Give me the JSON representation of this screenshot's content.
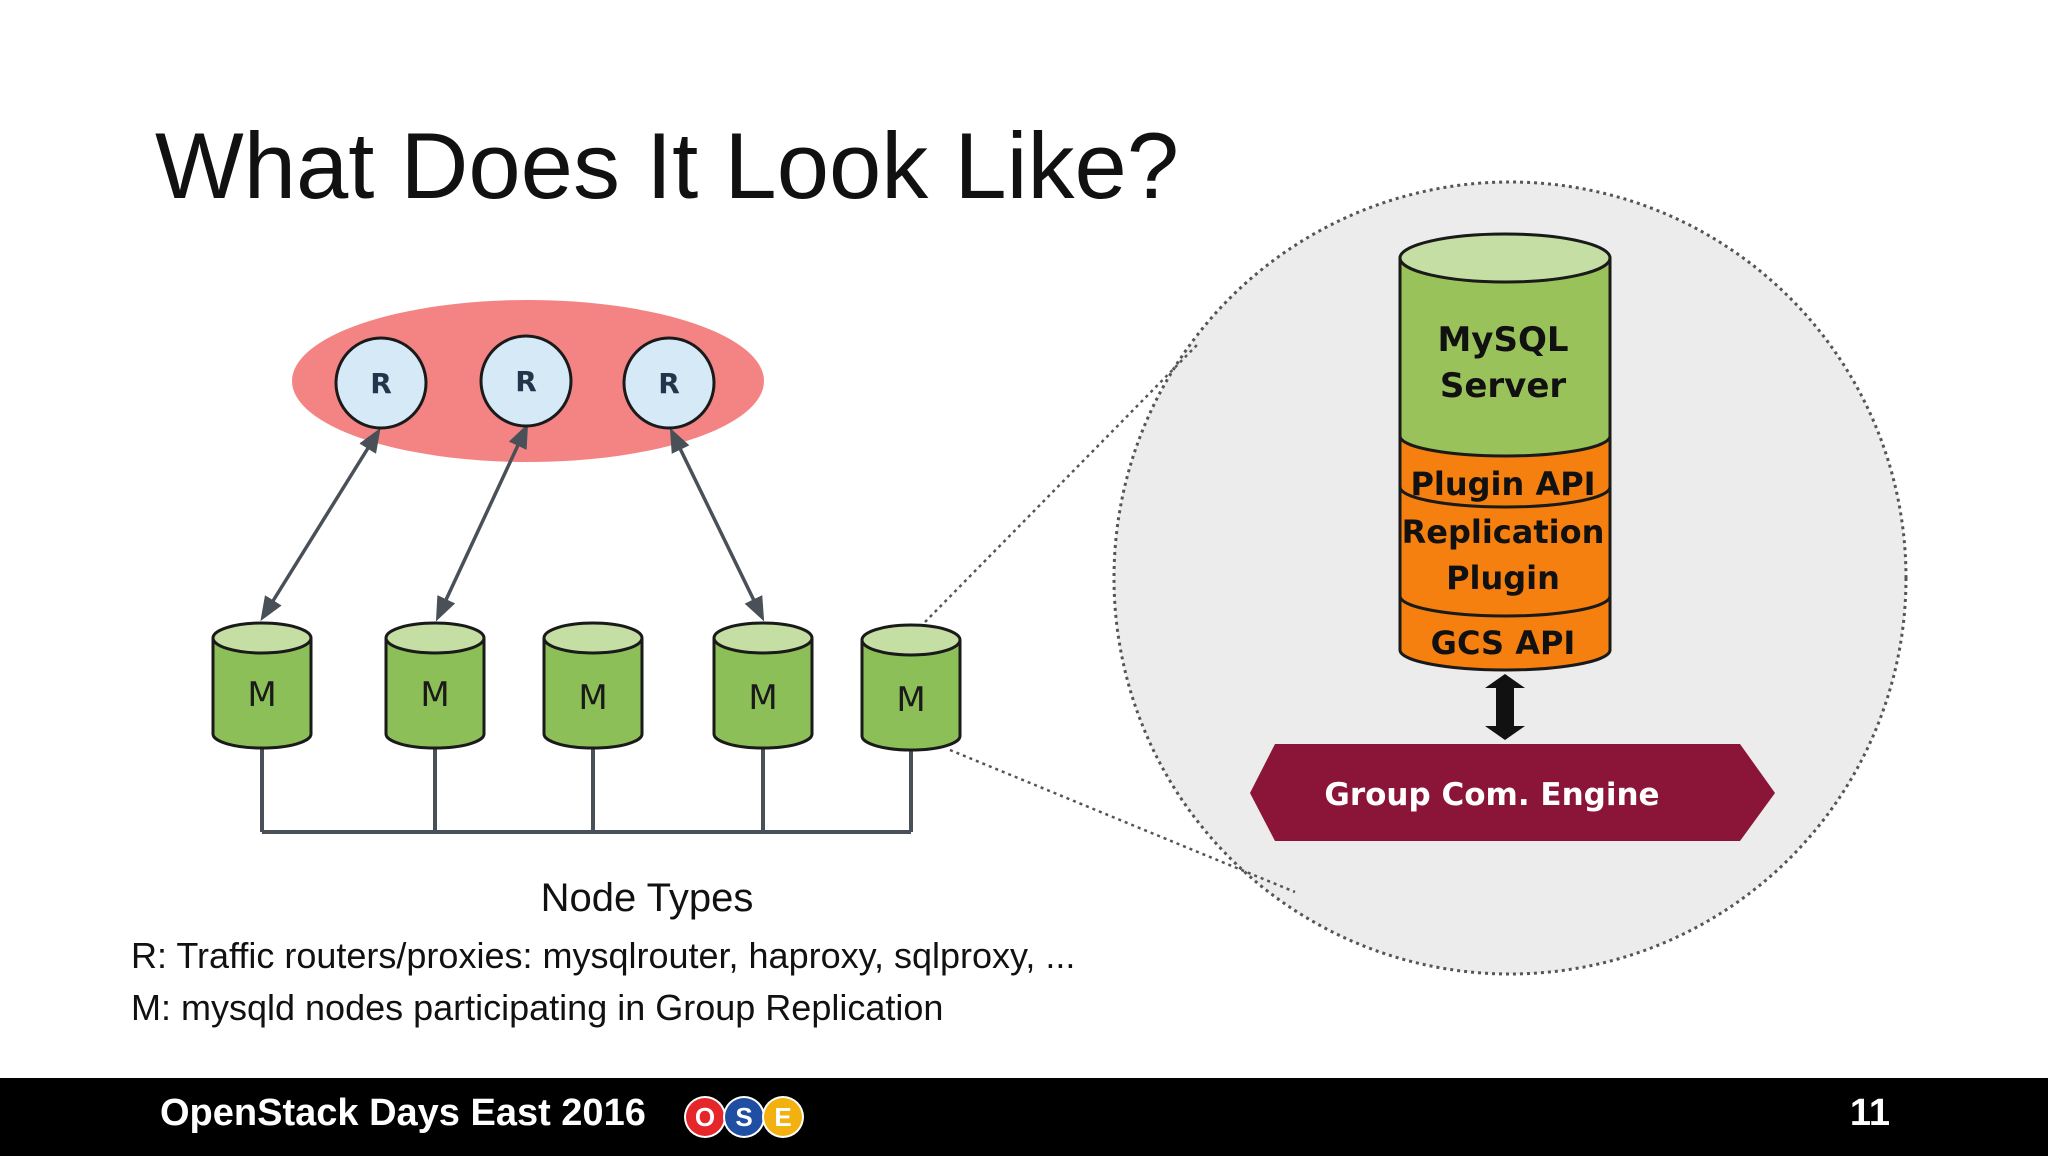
{
  "slide": {
    "title": "What Does It Look Like?",
    "page_number": "11"
  },
  "diagram": {
    "router_labels": [
      "R",
      "R",
      "R"
    ],
    "member_labels": [
      "M",
      "M",
      "M",
      "M",
      "M"
    ],
    "stack": {
      "server": [
        "MySQL",
        "Server"
      ],
      "plugin_api": "Plugin API",
      "replication_plugin": [
        "Replication",
        "Plugin"
      ],
      "gcs_api": "GCS API"
    },
    "engine_label": "Group Com. Engine"
  },
  "legend": {
    "title": "Node Types",
    "r_line": "R: Traffic routers/proxies: mysqlrouter, haproxy, sqlproxy, ...",
    "m_line": "M: mysqld nodes participating in Group Replication"
  },
  "footer": {
    "event": "OpenStack Days East 2016",
    "badges": [
      {
        "letter": "O",
        "color": "#e5262a"
      },
      {
        "letter": "S",
        "color": "#1f4ea3"
      },
      {
        "letter": "E",
        "color": "#f2b10e"
      }
    ]
  },
  "colors": {
    "router_ellipse": "#f48484",
    "router_node": "#d6e9f7",
    "member_body": "#8cbf57",
    "member_top": "#c4dea4",
    "stack_green": "#9ac25a",
    "stack_orange": "#f5800f",
    "engine": "#8b1538",
    "zoom_circle": "#ececec"
  }
}
